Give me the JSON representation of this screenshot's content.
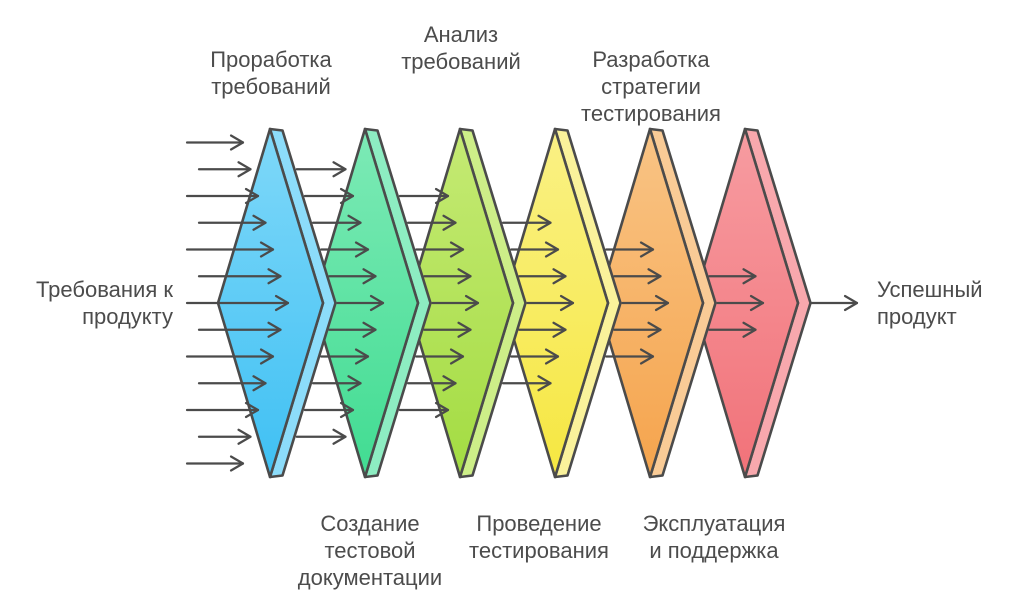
{
  "diagram": {
    "background": "#ffffff",
    "outline_color": "#4b4b4b",
    "arrow_color": "#4b4b4b",
    "text_color": "#4c4c4c",
    "input_label": {
      "lines": [
        "Требования к",
        "продукту"
      ]
    },
    "output_label": {
      "lines": [
        "Успешный",
        "продукт"
      ]
    },
    "stages": [
      {
        "index": 1,
        "label_position": "top",
        "label_lines": [
          "Проработка",
          "требований"
        ],
        "color_top": "#7fd8f9",
        "color_bottom": "#3fc0f3",
        "strip_color": "#8cdcfa"
      },
      {
        "index": 2,
        "label_position": "bottom",
        "label_lines": [
          "Анализ",
          "требований"
        ],
        "color_top": "#7deab6",
        "color_bottom": "#41dc92",
        "strip_color": "#8dedc2"
      },
      {
        "index": 3,
        "label_position": "top",
        "label_lines": [
          "Разработка",
          "стратегии",
          "тестирования"
        ],
        "color_top": "#c5ea74",
        "color_bottom": "#a3dc42",
        "strip_color": "#cdee88"
      },
      {
        "index": 4,
        "label_position": "bottom",
        "label_lines": [
          "Создание",
          "тестовой",
          "документации"
        ],
        "color_top": "#faf185",
        "color_bottom": "#f6e741",
        "strip_color": "#faf29b"
      },
      {
        "index": 5,
        "label_position": "top",
        "label_lines": [
          "Проведение",
          "тестирования"
        ],
        "color_top": "#f9c485",
        "color_bottom": "#f5a44d",
        "strip_color": "#f9cb96"
      },
      {
        "index": 6,
        "label_position": "bottom",
        "label_lines": [
          "Эксплуатация",
          "и поддержка"
        ],
        "color_top": "#f79ca1",
        "color_bottom": "#f17279",
        "strip_color": "#f8a8ad"
      }
    ],
    "flow": {
      "entry_arrow_count": 13,
      "between_stage_arrow_counts": [
        11,
        9,
        7,
        5,
        3
      ],
      "exit_arrow_count": 1
    }
  }
}
